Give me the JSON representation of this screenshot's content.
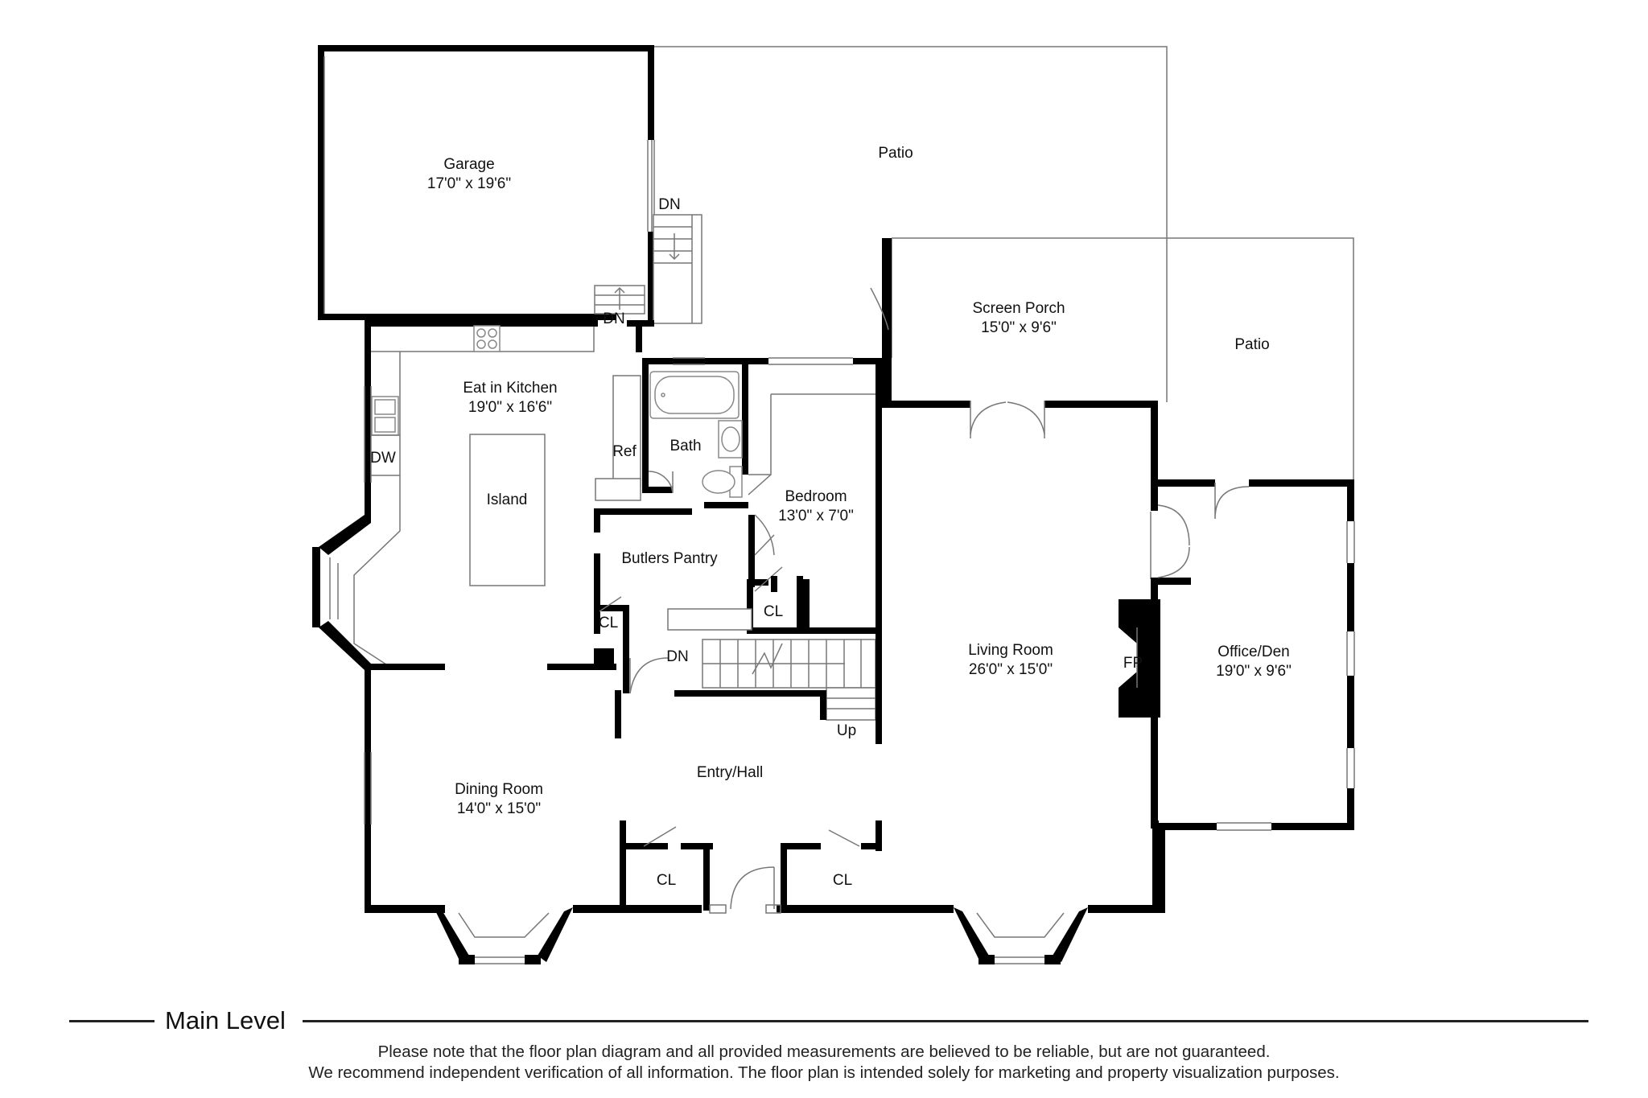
{
  "level": {
    "title": "Main Level"
  },
  "disclaimer": {
    "line1": "Please note that the floor plan diagram and all provided measurements are believed to be reliable, but are not guaranteed.",
    "line2": "We recommend independent verification of all information. The floor plan is intended solely for marketing and property visualization purposes."
  },
  "rooms": {
    "garage": {
      "name": "Garage",
      "dims": "17'0\" x 19'6\""
    },
    "patio_top": {
      "name": "Patio"
    },
    "screen_porch": {
      "name": "Screen Porch",
      "dims": "15'0\" x 9'6\""
    },
    "patio_right": {
      "name": "Patio"
    },
    "kitchen": {
      "name": "Eat in Kitchen",
      "dims": "19'0\" x 16'6\""
    },
    "island": {
      "name": "Island"
    },
    "bath": {
      "name": "Bath"
    },
    "bedroom": {
      "name": "Bedroom",
      "dims": "13'0\" x 7'0\""
    },
    "butlers_pantry": {
      "name": "Butlers Pantry"
    },
    "living_room": {
      "name": "Living Room",
      "dims": "26'0\" x 15'0\""
    },
    "office": {
      "name": "Office/Den",
      "dims": "19'0\" x 9'6\""
    },
    "dining_room": {
      "name": "Dining Room",
      "dims": "14'0\" x 15'0\""
    },
    "entry_hall": {
      "name": "Entry/Hall"
    }
  },
  "labels": {
    "dn_garage_stair": "DN",
    "dn_garage_door": "DN",
    "dw": "DW",
    "ref": "Ref",
    "cl_pantry": "CL",
    "cl_bedroom": "CL",
    "dn_stair": "DN",
    "up_stair": "Up",
    "fp": "FP",
    "cl_entry_left": "CL",
    "cl_entry_right": "CL"
  },
  "colors": {
    "wall": "#000000",
    "fixture": "#888888",
    "text": "#111111",
    "background": "#ffffff"
  }
}
